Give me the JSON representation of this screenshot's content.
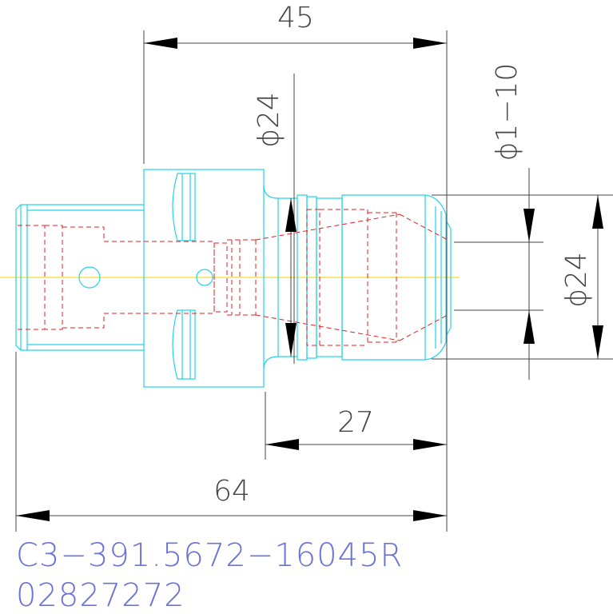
{
  "dimensions": {
    "flange_to_end": "45",
    "bore_diameter": "ϕ24",
    "collet_range": "ϕ1−10",
    "nose_diameter": "ϕ24",
    "nose_length": "27",
    "overall_length": "64"
  },
  "title_block": {
    "part_code": "C3−391.5672−16045R",
    "part_number": "02827272"
  },
  "colors": {
    "outline": "#22d3e6",
    "hidden": "#e02020",
    "centerline": "#f0d000",
    "dimension": "#444444",
    "arrow": "#000000",
    "title": "#6a72d8"
  }
}
